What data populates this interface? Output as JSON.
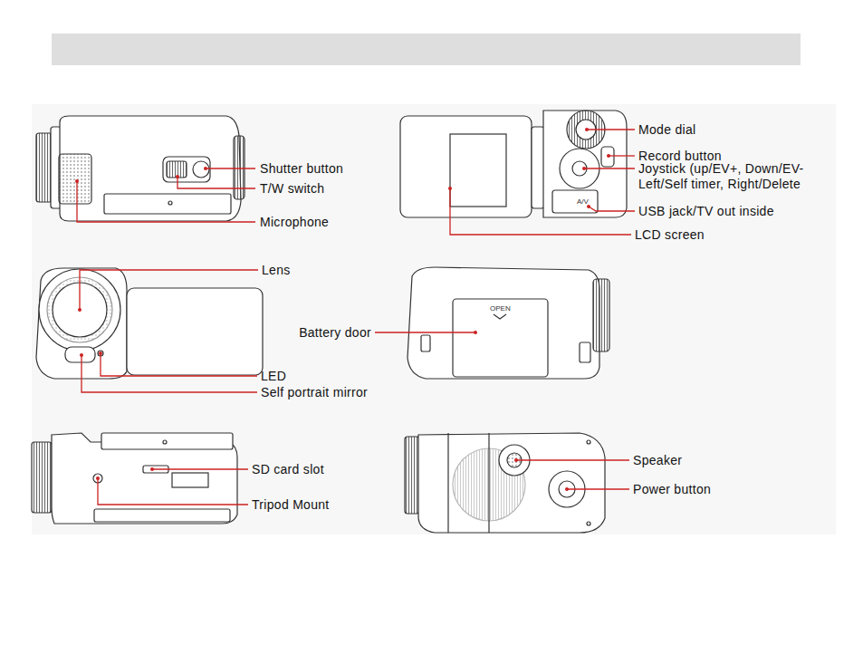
{
  "diagram": {
    "labels": [
      "Shutter button",
      "T/W switch",
      "Microphone",
      "Mode dial",
      "Record button",
      "Joystick (up/EV+, Down/EV- Left/Self timer, Right/Delete",
      "USB jack/TV out inside",
      "LCD screen",
      "Lens",
      "LED",
      "Self portrait mirror",
      "Battery door",
      "SD card slot",
      "Tripod Mount",
      "Speaker",
      "Power button",
      "OPEN",
      "A/V"
    ]
  }
}
